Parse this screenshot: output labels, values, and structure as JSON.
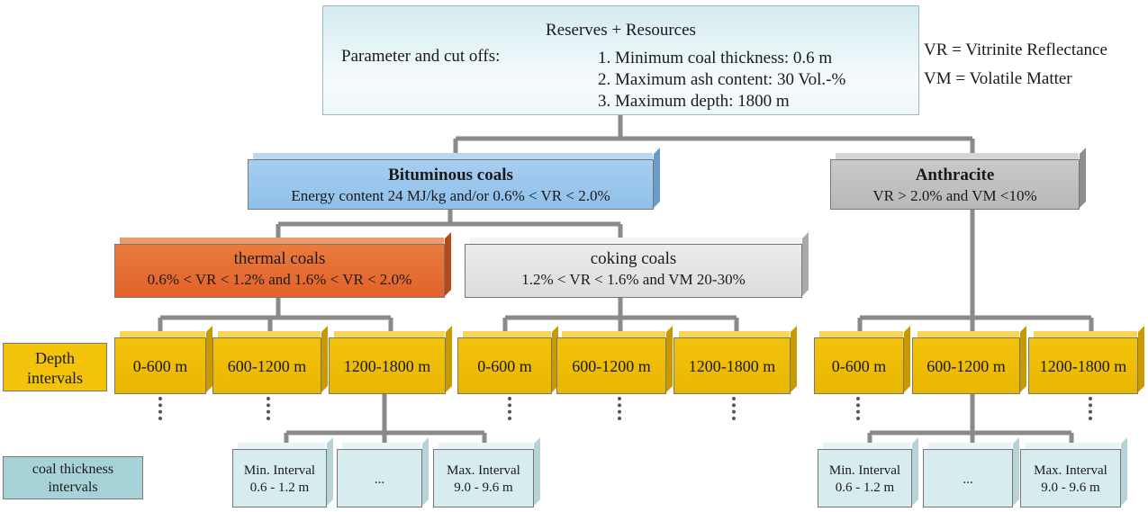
{
  "top": {
    "title": "Reserves + Resources",
    "params_label": "Parameter and cut offs:",
    "criteria": [
      "1. Minimum coal thickness: 0.6 m",
      "2. Maximum ash content: 30 Vol.-%",
      "3. Maximum depth: 1800 m"
    ]
  },
  "legend": [
    "VR = Vitrinite Reflectance",
    "VM = Volatile Matter"
  ],
  "bituminous": {
    "title": "Bituminous coals",
    "desc": "Energy content 24 MJ/kg and/or 0.6% < VR < 2.0%"
  },
  "anthracite": {
    "title": "Anthracite",
    "desc": "VR > 2.0% and VM <10%"
  },
  "thermal": {
    "title": "thermal coals",
    "desc": "0.6% < VR < 1.2% and 1.6% < VR < 2.0%"
  },
  "coking": {
    "title": "coking coals",
    "desc": "1.2% < VR < 1.6% and VM  20-30%"
  },
  "depth_label": [
    "Depth",
    "intervals"
  ],
  "depth_intervals": [
    "0-600 m",
    "600-1200 m",
    "1200-1800 m"
  ],
  "thickness_label": [
    "coal thickness",
    "intervals"
  ],
  "thickness": {
    "min_title": "Min. Interval",
    "min_range": "0.6 - 1.2 m",
    "mid": "...",
    "max_title": "Max. Interval",
    "max_range": "9.0 - 9.6 m"
  },
  "colors": {
    "connector": "#8a8a8a",
    "bituminous": "#9cc8ee",
    "anthracite": "#c2c2c4",
    "thermal": "#e56a30",
    "coking": "#e4e4e4",
    "depth": "#f0be05",
    "thickness": "#d6ecef"
  }
}
